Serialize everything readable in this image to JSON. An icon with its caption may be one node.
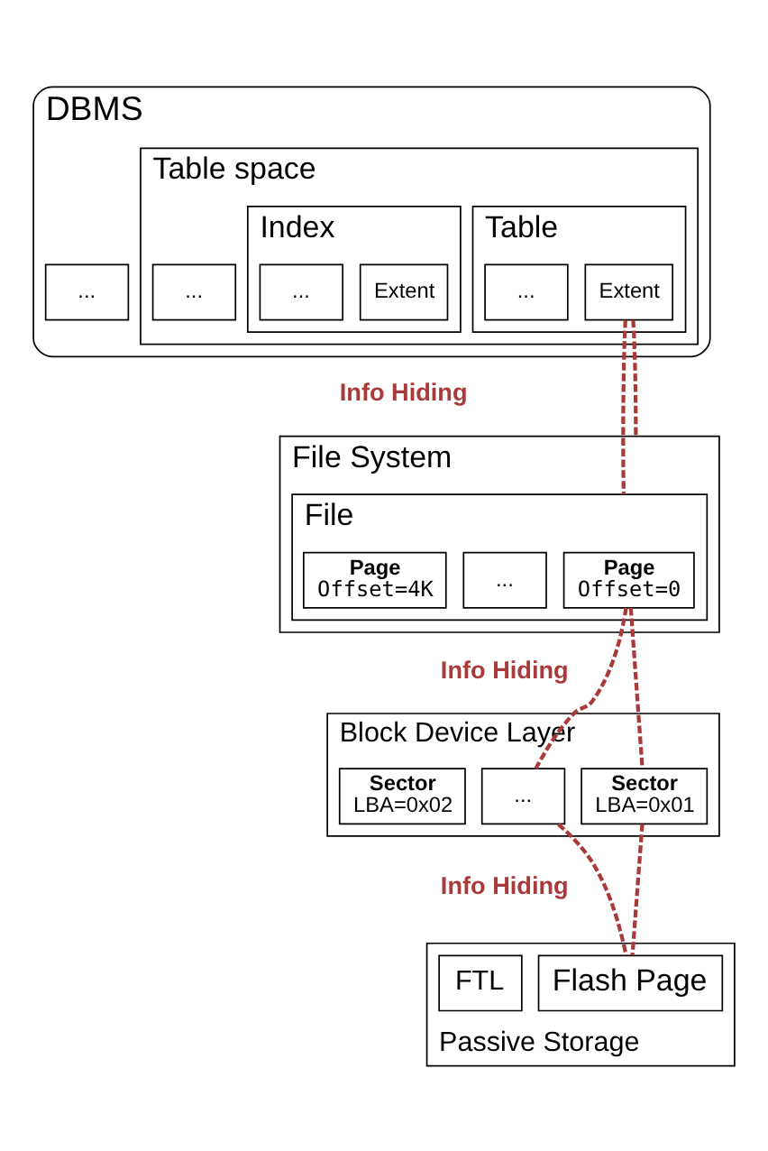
{
  "diagram": {
    "nodes": [
      {
        "text": [
          "DBMS"
        ]
      },
      {
        "text": [
          "..."
        ],
        "in": 0
      },
      {
        "text": [
          "Table space"
        ],
        "in": 0
      },
      {
        "text": [
          "Table"
        ],
        "in": 2
      },
      {
        "text": [
          "..."
        ],
        "in": 3
      },
      {
        "text": [
          "Extent"
        ],
        "in": 3
      },
      {
        "text": [
          "Index"
        ],
        "in": 2
      },
      {
        "text": [
          "Extent"
        ],
        "in": 6
      },
      {
        "text": [
          "..."
        ],
        "in": 6
      },
      {
        "text": [
          "..."
        ],
        "in": 2
      },
      {
        "text": [
          "File System"
        ]
      },
      {
        "text": [
          "File"
        ],
        "in": 10
      },
      {
        "text": [
          "Page",
          "Offset=0"
        ],
        "in": 11
      },
      {
        "text": [
          "Page",
          "Offset=4K"
        ],
        "in": 11
      },
      {
        "text": [
          "..."
        ],
        "in": 11
      },
      {
        "text": [
          "Block Device Layer"
        ]
      },
      {
        "text": [
          "Sector",
          "LBA=0x01"
        ],
        "in": 15
      },
      {
        "text": [
          "Sector",
          "LBA=0x02"
        ],
        "in": 15
      },
      {
        "text": [
          "..."
        ],
        "in": 15
      },
      {
        "text": [
          "Passive Storage"
        ]
      },
      {
        "text": [
          "FTL"
        ],
        "in": 19
      },
      {
        "text": [
          "Flash Page"
        ],
        "in": 19
      }
    ],
    "edges": [
      {
        "from": 5,
        "to": 11,
        "arrow": "none",
        "style": "dashed",
        "color": "#a93a3a"
      },
      {
        "from": 5,
        "to": 10,
        "arrow": "none",
        "style": "dashed",
        "color": "#a93a3a"
      },
      {
        "from": 12,
        "to": 16,
        "arrow": "none",
        "style": "dashed",
        "color": "#a93a3a"
      },
      {
        "from": 12,
        "to": 18,
        "arrow": "none",
        "style": "dashed",
        "color": "#a93a3a"
      },
      {
        "from": 16,
        "to": 21,
        "arrow": "none",
        "style": "dashed",
        "color": "#a93a3a"
      },
      {
        "from": 18,
        "to": 21,
        "arrow": "none",
        "style": "dashed",
        "color": "#a93a3a"
      }
    ],
    "labels": [
      "Info Hiding",
      "Info Hiding",
      "Info Hiding"
    ]
  }
}
